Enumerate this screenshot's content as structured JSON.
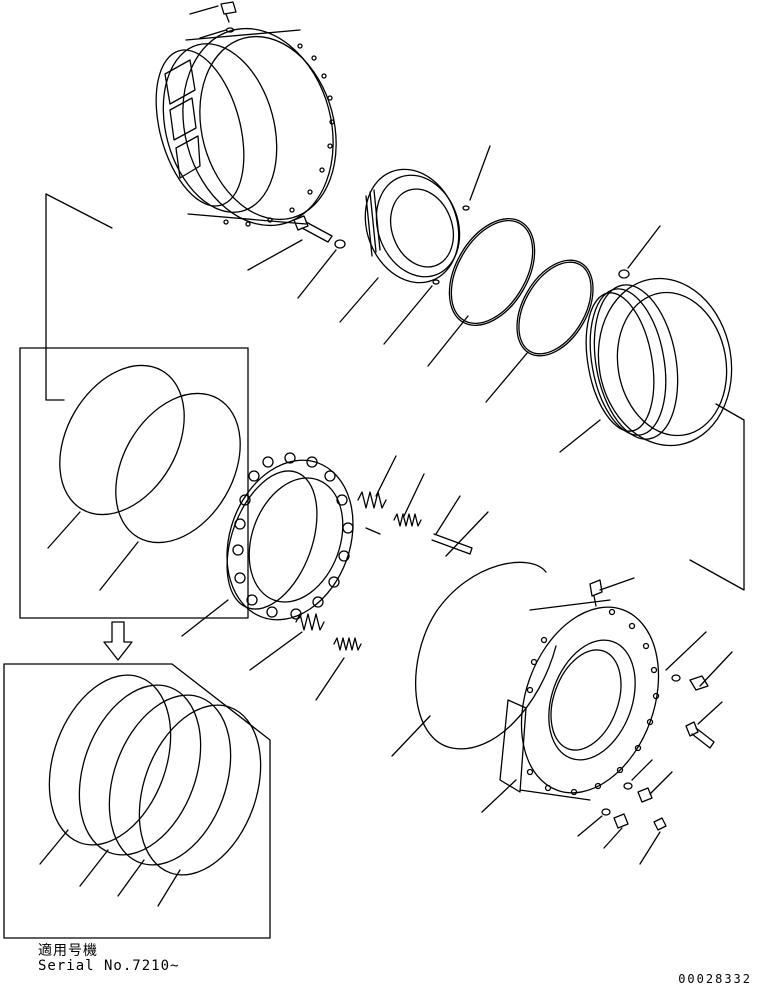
{
  "caption": {
    "applicable_model": "適用号機",
    "serial": "Serial No.7210~"
  },
  "drawing_number": "00028332",
  "colors": {
    "line": "#000000",
    "background": "#ffffff"
  },
  "icons": {
    "arrow": "down-arrow-icon"
  }
}
